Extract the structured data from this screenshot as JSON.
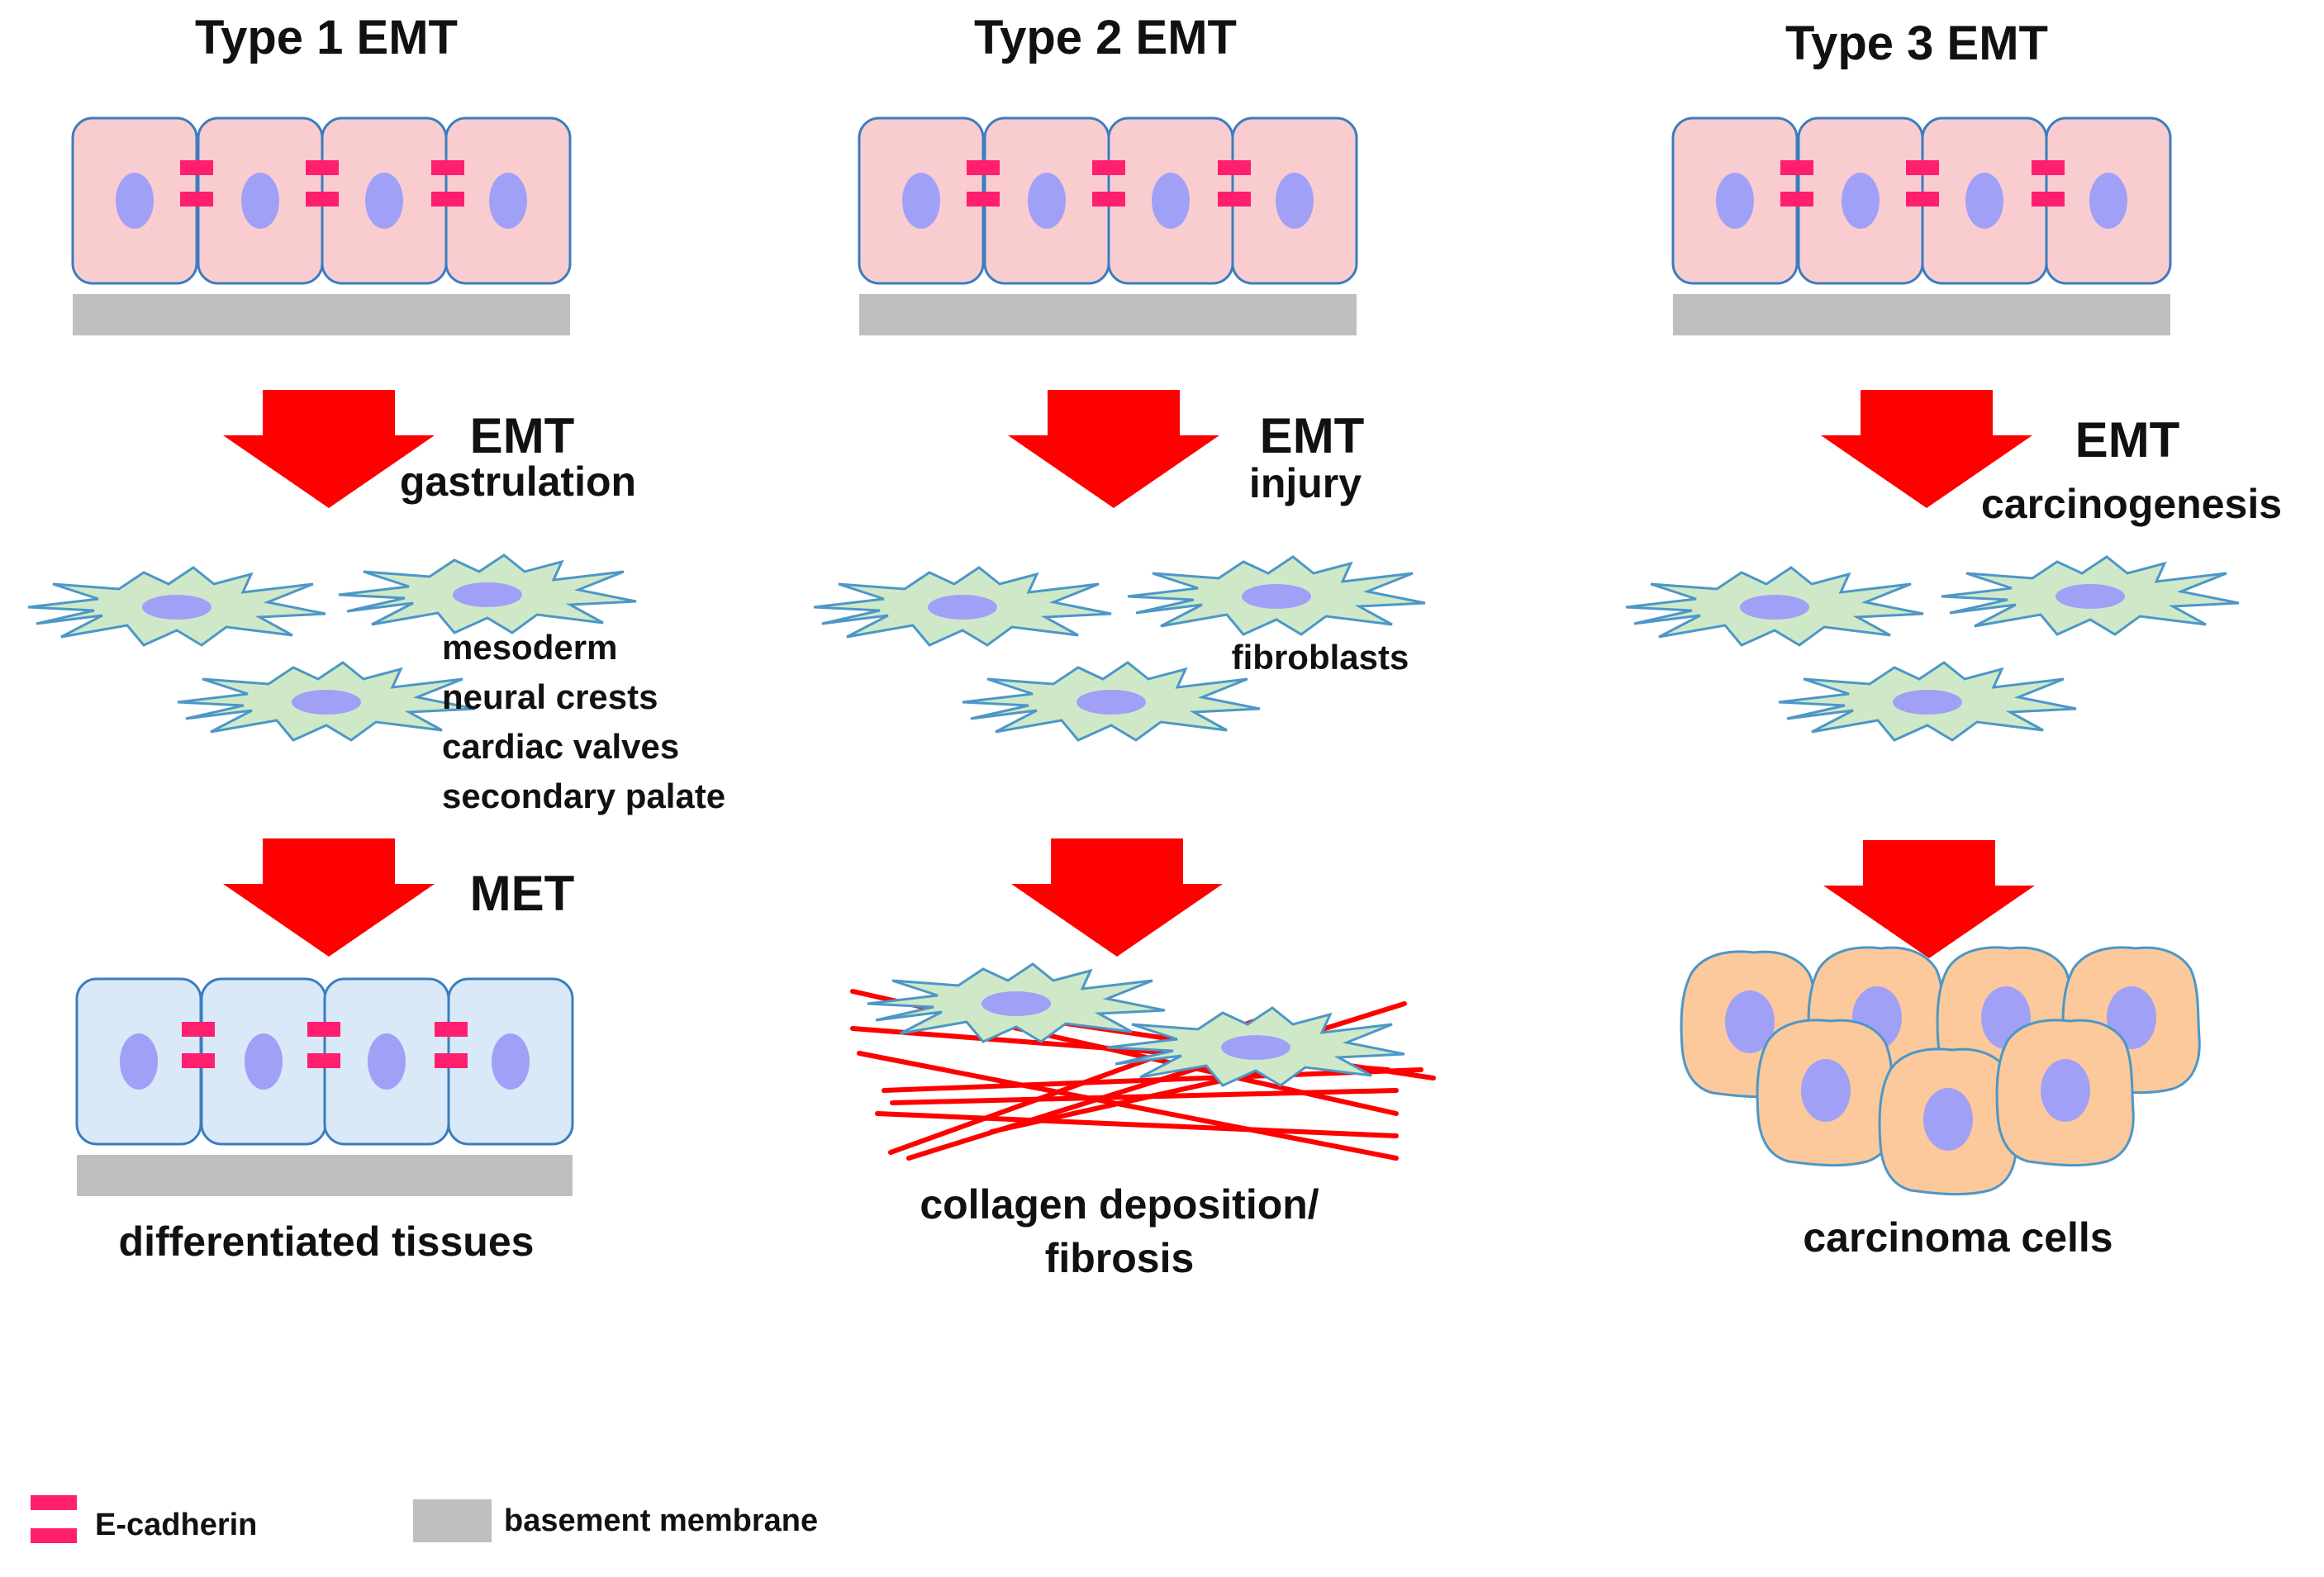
{
  "columns": [
    {
      "title": "Type 1 EMT",
      "transition_label": "EMT",
      "trigger_label": "gastrulation",
      "mesenchymal_labels": [
        "mesoderm",
        "neural crests",
        "cardiac valves",
        "secondary palate"
      ],
      "second_transition_label": "MET",
      "outcome_label": "differentiated tissues"
    },
    {
      "title": "Type 2 EMT",
      "transition_label": "EMT",
      "trigger_label": "injury",
      "mesenchymal_labels": [
        "fibroblasts"
      ],
      "outcome_label_line1": "collagen deposition/",
      "outcome_label_line2": "fibrosis"
    },
    {
      "title": "Type 3 EMT",
      "transition_label": "EMT",
      "trigger_label": "carcinogenesis",
      "outcome_label": "carcinoma cells"
    }
  ],
  "legend": {
    "ecadherin_label": "E-cadherin",
    "basement_label": "basement membrane"
  },
  "colors": {
    "epithelial_fill": "#f9cdd0",
    "epithelial_stroke": "#3b7dbf",
    "differentiated_fill": "#d9e9f7",
    "nucleus": "#a1a0f7",
    "ecadherin": "#ff1f6e",
    "basement": "#bfbfbf",
    "arrow": "#ff0000",
    "mesenchymal_fill": "#cfe9c8",
    "mesenchymal_stroke": "#4c97c8",
    "carcinoma_fill": "#fbc99b",
    "carcinoma_stroke": "#4c97c8",
    "collagen": "#ff0000"
  }
}
